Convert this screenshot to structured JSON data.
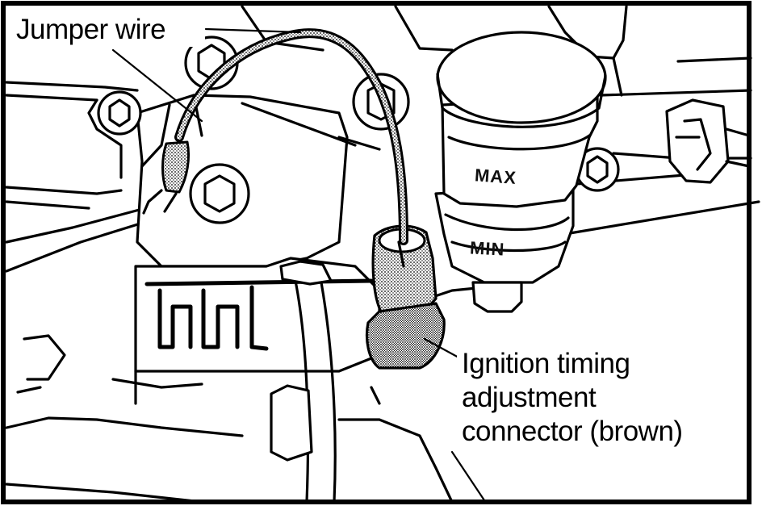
{
  "labels": {
    "jumper_wire": "Jumper wire",
    "connector_line1": "Ignition timing",
    "connector_line2": "adjustment",
    "connector_line3": "connector (brown)",
    "stamp_max": "MAX",
    "stamp_min": "MIN"
  },
  "colors": {
    "ink": "#000000",
    "paper": "#ffffff",
    "shade": "#9a9a9a"
  }
}
